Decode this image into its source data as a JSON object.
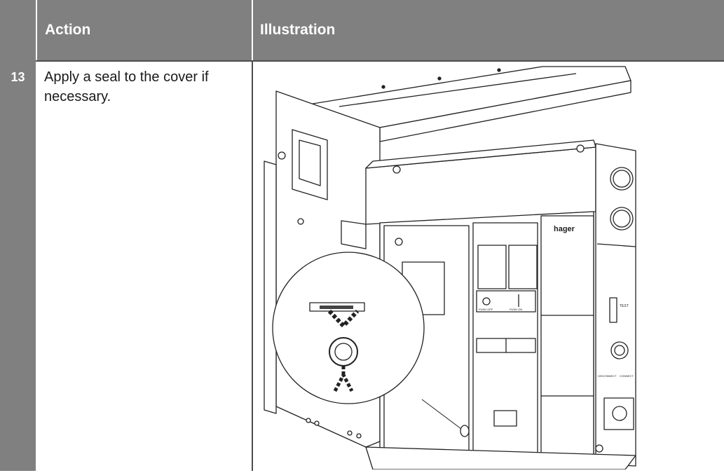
{
  "table": {
    "headers": {
      "number": "",
      "action": "Action",
      "illustration": "Illustration"
    },
    "rows": [
      {
        "step": "13",
        "action": "Apply a seal to the cover if necessary."
      }
    ]
  },
  "illustration": {
    "brand_label": "hager",
    "push_off_label": "PUSH OFF",
    "push_on_label": "PUSH ON",
    "test_label": "TEST",
    "disconnect_label": "DISCONNECT",
    "connect_label": "CONNECT"
  },
  "colors": {
    "header_bg": "#808080",
    "header_text": "#ffffff",
    "rule": "#4d4d4d"
  }
}
